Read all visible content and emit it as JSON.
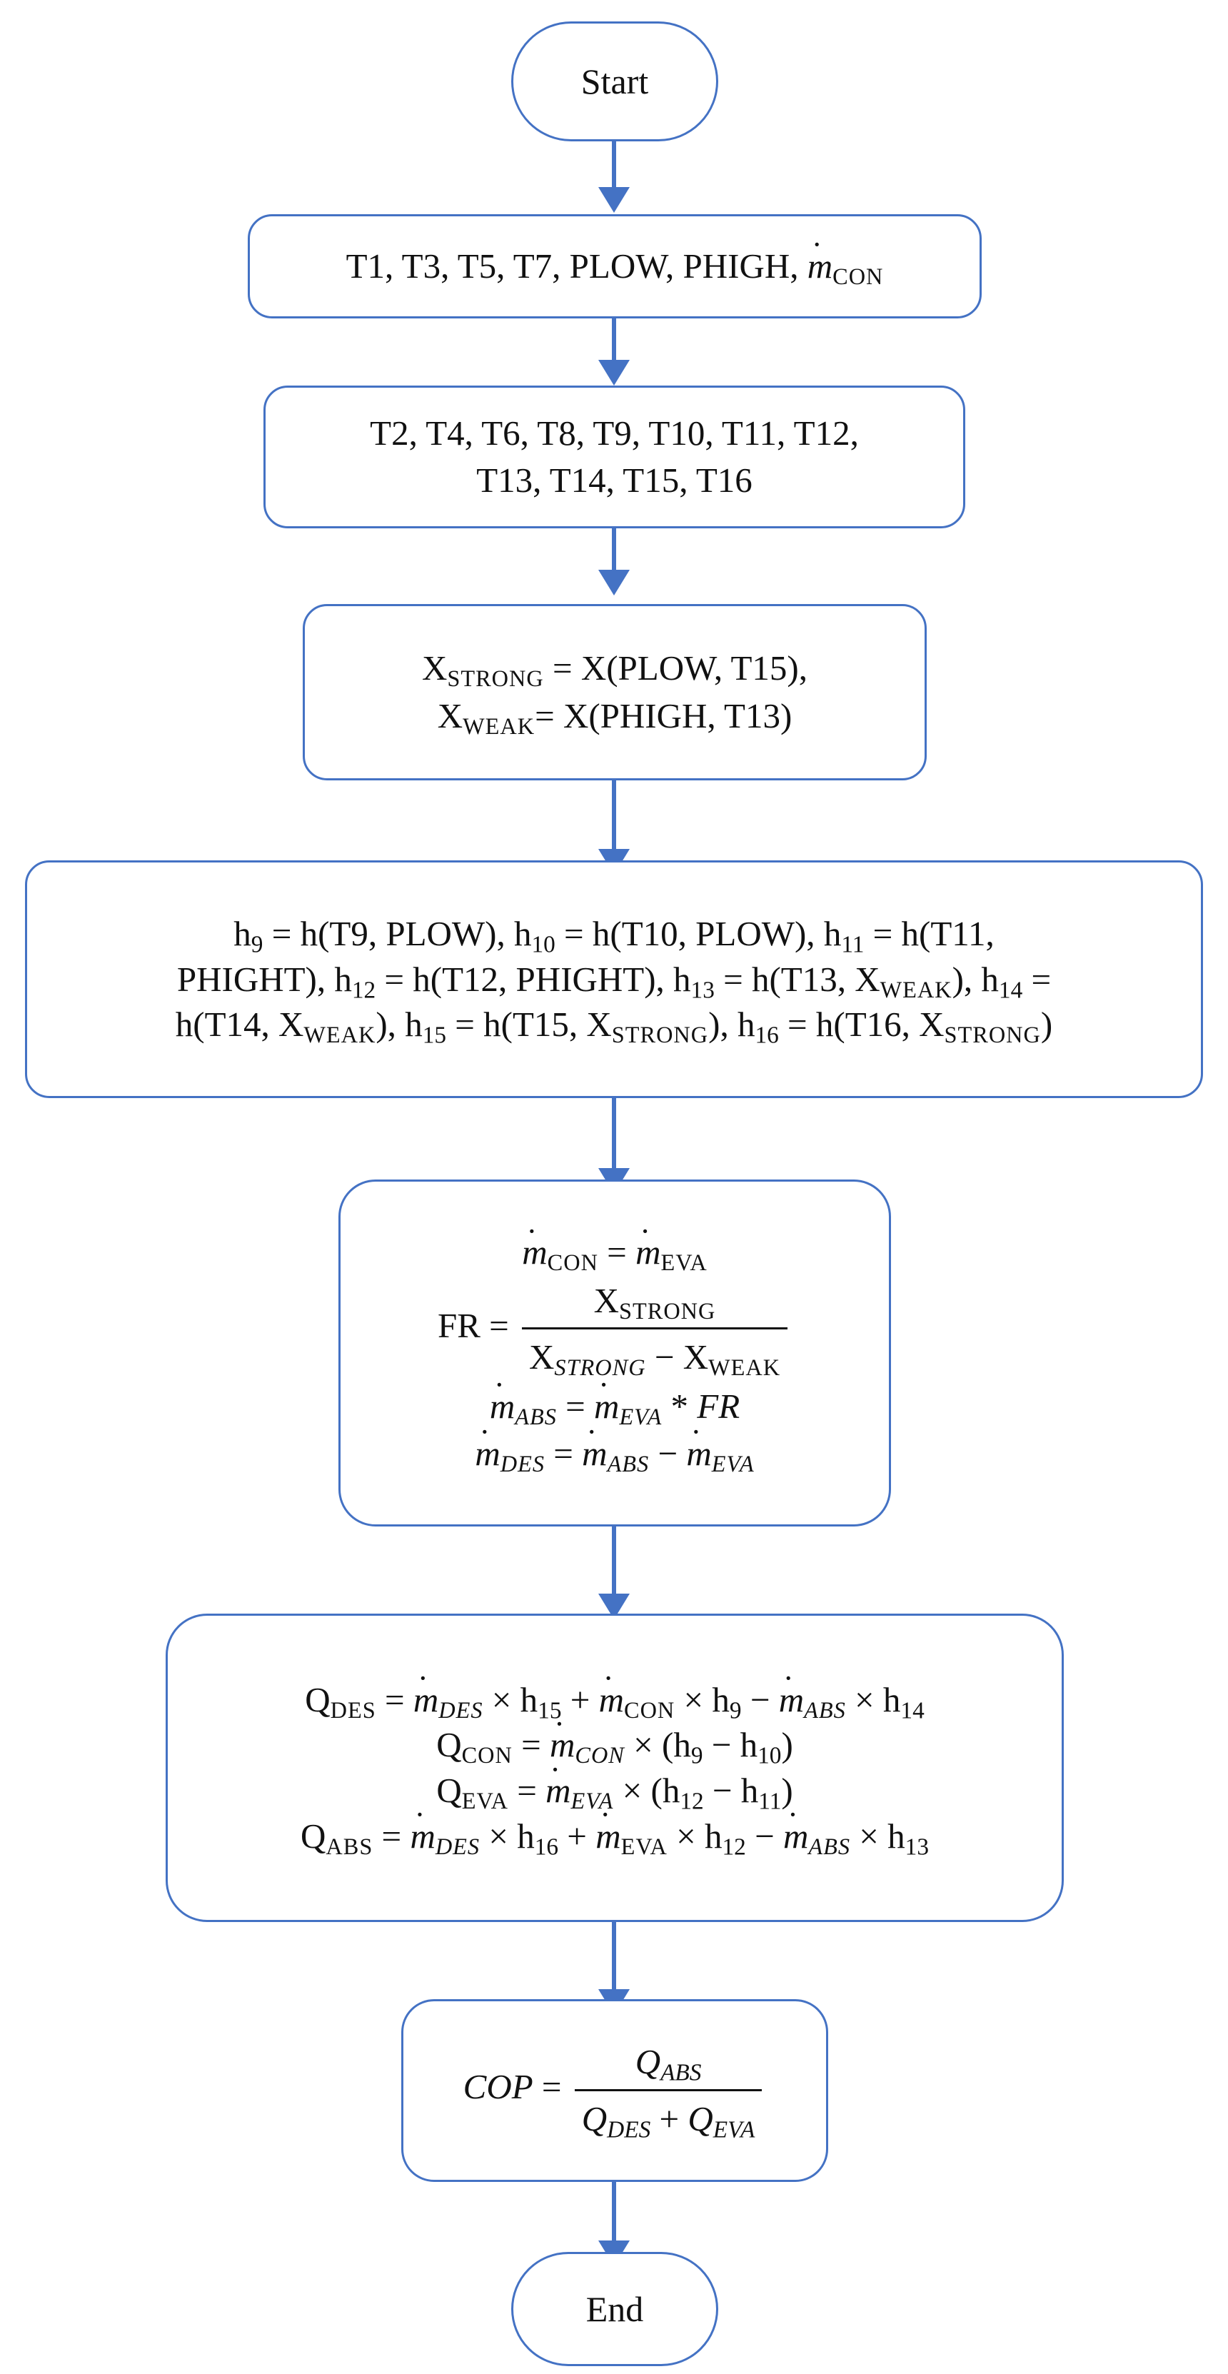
{
  "nodes": {
    "start": "Start",
    "inputs": [
      "T1, T3, T5, T7, PLOW, PHIGH, ",
      "m",
      "CON"
    ],
    "temps": [
      "T2, T4, T6, T8, T9, T10, T11, T12,",
      "T13, T14, T15, T16"
    ],
    "conc": {
      "x": "X",
      "strong": "STRONG",
      "weak": "WEAK",
      "line1_rhs": " = X(PLOW, T15),",
      "line2_rhs": "= X(PHIGH, T13)"
    },
    "enth": {
      "h": "h",
      "line1": [
        " = h(T9, PLOW), ",
        " = h(T10, PLOW), ",
        " = h(T11,"
      ],
      "line2": [
        "PHIGHT), ",
        " = h(T12, PHIGHT), ",
        " = h(T13, X",
        "), ",
        " ="
      ],
      "line3": [
        "h(T14, X",
        "), ",
        " = h(T15, X",
        "), ",
        " = h(T16, X",
        ")"
      ],
      "subs": [
        "9",
        "10",
        "11",
        "12",
        "13",
        "14",
        "15",
        "16"
      ]
    },
    "flow": {
      "m": "m",
      "con": "CON",
      "eva": "EVA",
      "abs": "ABS",
      "des": "DES",
      "fr": "FR",
      "x": "X",
      "strong": "STRONG",
      "strong_it": "STRONG",
      "weak": "WEAK",
      "eq": " = ",
      "minus": " − ",
      "times_star": " * ",
      "FR_it": "FR"
    },
    "heat": {
      "q": "Q",
      "h": "h",
      "m": "m",
      "times": " × ",
      "plus": " + ",
      "minus": " − ",
      "eq": " = ",
      "con": "CON",
      "eva": "EVA",
      "abs": "ABS",
      "des": "DES",
      "s9": "9",
      "s10": "10",
      "s11": "11",
      "s12": "12",
      "s13": "13",
      "s14": "14",
      "s15": "15",
      "s16": "16",
      "lp": "(",
      "rp": ")"
    },
    "cop": {
      "cop": "COP",
      "eq": " = ",
      "q": "Q",
      "abs": "ABS",
      "des": "DES",
      "eva": "EVA",
      "plus": " + "
    },
    "end": "End"
  }
}
